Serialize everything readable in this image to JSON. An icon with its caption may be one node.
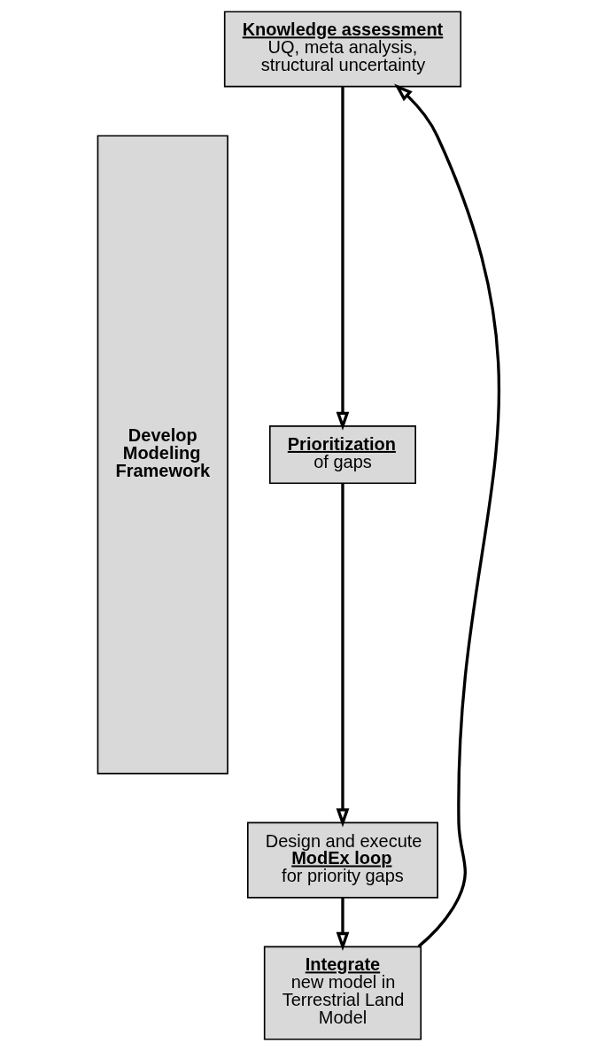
{
  "diagram": {
    "nodes": [
      {
        "text": [
          "Develop Modeling Framework"
        ]
      },
      {
        "text": [
          "Knowledge assessment",
          "UQ, meta analysis, structural uncertainty"
        ]
      },
      {
        "text": [
          "Prioritization",
          "of gaps"
        ]
      },
      {
        "text": [
          "Design and execute",
          "ModEx loop",
          "for priority gaps"
        ]
      },
      {
        "text": [
          "Integrate",
          "new model in Terrestrial Land Model"
        ]
      }
    ],
    "edges": [
      {
        "from": 1,
        "to": 2,
        "arrow": "to"
      },
      {
        "from": 2,
        "to": 3,
        "arrow": "to"
      },
      {
        "from": 3,
        "to": 4,
        "arrow": "to"
      },
      {
        "from": 4,
        "to": 1,
        "arrow": "to"
      }
    ]
  }
}
